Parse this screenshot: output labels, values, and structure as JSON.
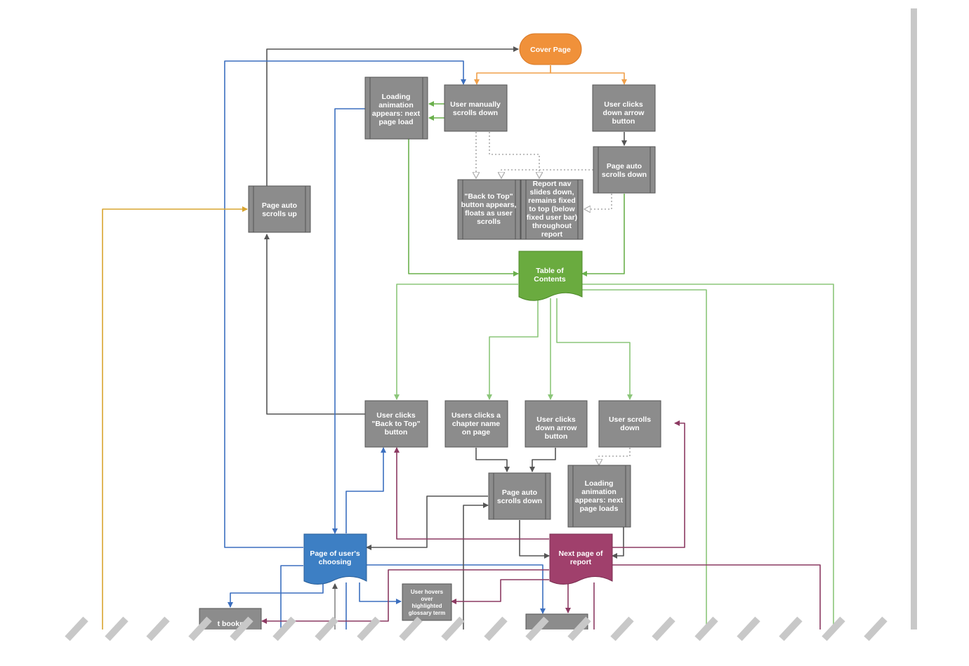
{
  "colors": {
    "process": "#8c8c8c",
    "process_border": "#555555",
    "cover": "#f0913a",
    "toc": "#6aab3f",
    "users_page": "#3d7fc4",
    "next_page": "#a0406c",
    "arrow_gray": "#555555",
    "arrow_orange": "#f0a04a",
    "arrow_blue": "#3c6fbf",
    "arrow_green": "#6ab04c",
    "arrow_lightgreen": "#8cc67a",
    "arrow_yellow": "#d9a530",
    "arrow_purple": "#8c3a62",
    "arrow_dotted": "#aaaaaa",
    "scrollbar": "#c8c8c8",
    "torn_edge": "#c8c8c8"
  },
  "nodes": {
    "cover_page": "Cover Page",
    "loading_animation_top": [
      "Loading",
      "animation",
      "appears: next",
      "page load"
    ],
    "user_manually_scrolls": [
      "User manually",
      "scrolls down"
    ],
    "user_clicks_down_arrow_top": [
      "User clicks",
      "down arrow",
      "button"
    ],
    "page_auto_scrolls_down_top": [
      "Page auto",
      "scrolls down"
    ],
    "page_auto_scrolls_up": [
      "Page auto",
      "scrolls up"
    ],
    "back_to_top_appears": [
      "\"Back to Top\"",
      "button appears,",
      "floats as user",
      "scrolls"
    ],
    "report_nav_slides": [
      "Report nav",
      "slides down,",
      "remains fixed",
      "to top (below",
      "fixed user bar)",
      "throughout",
      "report"
    ],
    "table_of_contents": [
      "Table of",
      "Contents"
    ],
    "user_clicks_back_to_top": [
      "User clicks",
      "\"Back to Top\"",
      "button"
    ],
    "users_clicks_chapter": [
      "Users clicks a",
      "chapter name",
      "on page"
    ],
    "user_clicks_down_arrow_bottom": [
      "User clicks",
      "down arrow",
      "button"
    ],
    "user_scrolls_down": [
      "User scrolls",
      "down"
    ],
    "page_auto_scrolls_down_bottom": [
      "Page auto",
      "scrolls down"
    ],
    "loading_animation_bottom": [
      "Loading",
      "animation",
      "appears: next",
      "page loads"
    ],
    "page_of_users_choosing": [
      "Page of user's",
      "choosing"
    ],
    "next_page_of_report": [
      "Next page of",
      "report"
    ],
    "user_hovers_glossary": [
      "User hovers",
      "over",
      "highlighted",
      "glossary term"
    ],
    "bookmark_partial": "t bookm"
  }
}
